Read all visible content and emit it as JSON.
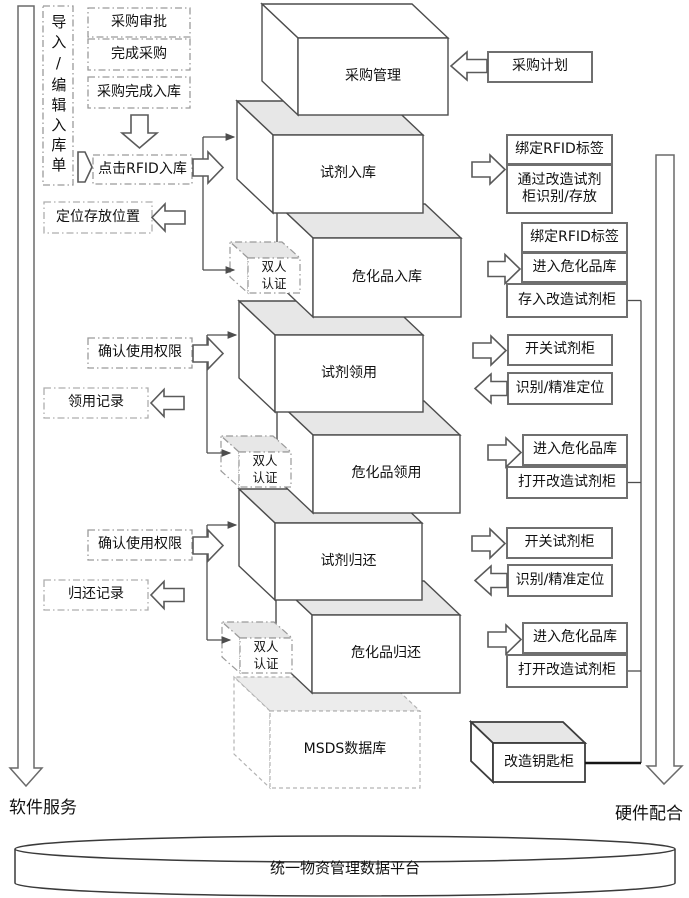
{
  "colors": {
    "cuboid_top_fill": "#e7e7e7",
    "solid_box_border": "#6f6f6f",
    "dash_box_border": "#9a9a9a",
    "connector_line": "#4d4d4d"
  },
  "left_flow": {
    "import_edit_note": "导入/编辑入库单",
    "purchase_approval": "采购审批",
    "purchase_complete": "完成采购",
    "purchase_done_storage": "采购完成入库",
    "click_rfid_storage": "点击RFID入库",
    "locate_storage_position": "定位存放位置",
    "confirm_use_permission_1": "确认使用权限",
    "use_record": "领用记录",
    "confirm_use_permission_2": "确认使用权限",
    "return_record": "归还记录",
    "software_service": "软件服务"
  },
  "process": {
    "purchase_mgmt": "采购管理",
    "reagent_in": "试剂入库",
    "hazmat_in": "危化品入库",
    "reagent_use": "试剂领用",
    "hazmat_use": "危化品领用",
    "reagent_return": "试剂归还",
    "hazmat_return": "危化品归还",
    "msds_db": "MSDS数据库",
    "key_cabinet": "改造钥匙柜",
    "dual_auth": {
      "line1": "双人",
      "line2": "认证"
    }
  },
  "right_flow": {
    "purchase_plan": "采购计划",
    "hardware_support": "硬件配合",
    "reagent_in_bind_rfid": "绑定RFID标签",
    "reagent_in_via_line1": "通过改造试剂",
    "reagent_in_via_line2": "柜识别/存放",
    "hazmat_in_bind_rfid": "绑定RFID标签",
    "hazmat_in_enter": "进入危化品库",
    "hazmat_in_store": "存入改造试剂柜",
    "reagent_use_switch_cabinet": "开关试剂柜",
    "reagent_use_identify_locate": "识别/精准定位",
    "hazmat_use_enter": "进入危化品库",
    "hazmat_use_open_cabinet": "打开改造试剂柜",
    "reagent_return_switch_cabinet": "开关试剂柜",
    "reagent_return_identify_locate": "识别/精准定位",
    "hazmat_return_enter": "进入危化品库",
    "hazmat_return_open_cabinet": "打开改造试剂柜"
  },
  "platform": {
    "label": "统一物资管理数据平台"
  }
}
